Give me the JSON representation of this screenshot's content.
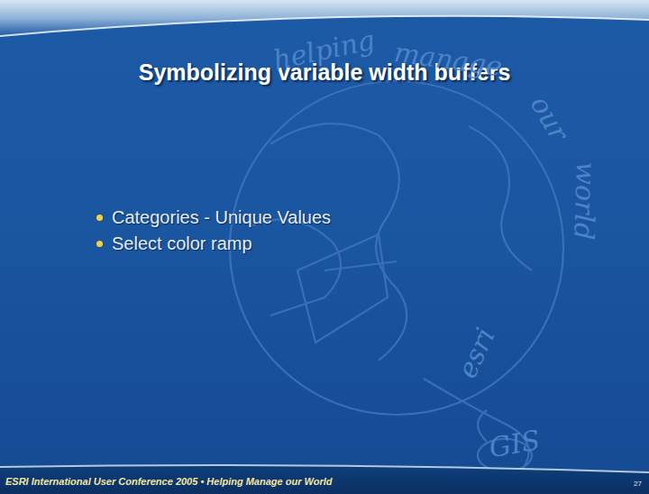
{
  "diagram": {
    "title": "Symbolizing variable width buffers",
    "labels": [
      "Categories - Unique Values",
      "Select color ramp",
      "ESRI International User Conference 2005 • Helping Manage our World",
      "27",
      "helping",
      "manage",
      "our",
      "world",
      "esri",
      "GIS"
    ]
  }
}
